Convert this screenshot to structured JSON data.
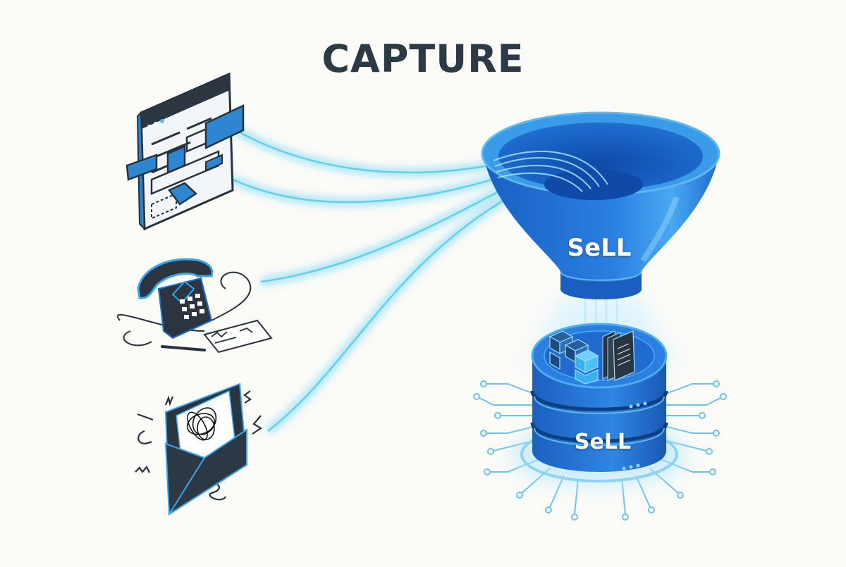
{
  "title": "CAPTURE",
  "sources": [
    {
      "id": "web-form",
      "icon": "web-form-icon"
    },
    {
      "id": "phone-call",
      "icon": "telephone-icon"
    },
    {
      "id": "email",
      "icon": "messy-email-icon"
    }
  ],
  "funnel": {
    "label": "SeLL",
    "icon": "funnel-icon"
  },
  "database": {
    "label": "SeLL",
    "icon": "database-icon"
  },
  "colors": {
    "background": "#fbfbf8",
    "title": "#2c3a45",
    "primary_blue": "#1f6fd1",
    "light_blue": "#3aa6f0",
    "stream_cyan": "#5fd0ee",
    "dark_navy": "#26323d"
  }
}
